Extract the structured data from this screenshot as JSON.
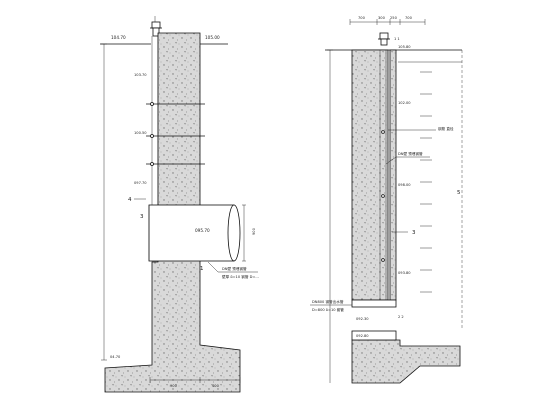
{
  "left_section": {
    "ground_left_level": "104.70",
    "ground_right_level": "105.00",
    "level_a": "103.70",
    "level_b": "100.50",
    "level_c": "097.70",
    "pipe_level": "095.70",
    "pipe_dim": "900",
    "pipe_note_1": "DN壁 预埋钢管",
    "pipe_note_2": "壁厚  δ=10 钢管 D=...",
    "bottom_level": "04.70",
    "base_dim_left": "900",
    "base_dim_right": "400",
    "marker_4": "4",
    "marker_3": "3",
    "marker_1": "1"
  },
  "right_section": {
    "top_dims": [
      "700",
      "300",
      "250",
      "700"
    ],
    "section_mark_top": "1  1",
    "top_level": "105.80",
    "level_1": "102.00",
    "level_2": "098.00",
    "pipe_note": "DN壁 预埋钢管",
    "level_3": "093.80",
    "side_label": "钢筋 直径",
    "marker_3": "3",
    "outlet_note_1": "DN800 钢管出水管",
    "outlet_note_2": "D=800  δ=10 套管",
    "outlet_level": "092.30",
    "section_mark_2": "2  2",
    "bottom_level": "092.80",
    "right_label": "5"
  }
}
